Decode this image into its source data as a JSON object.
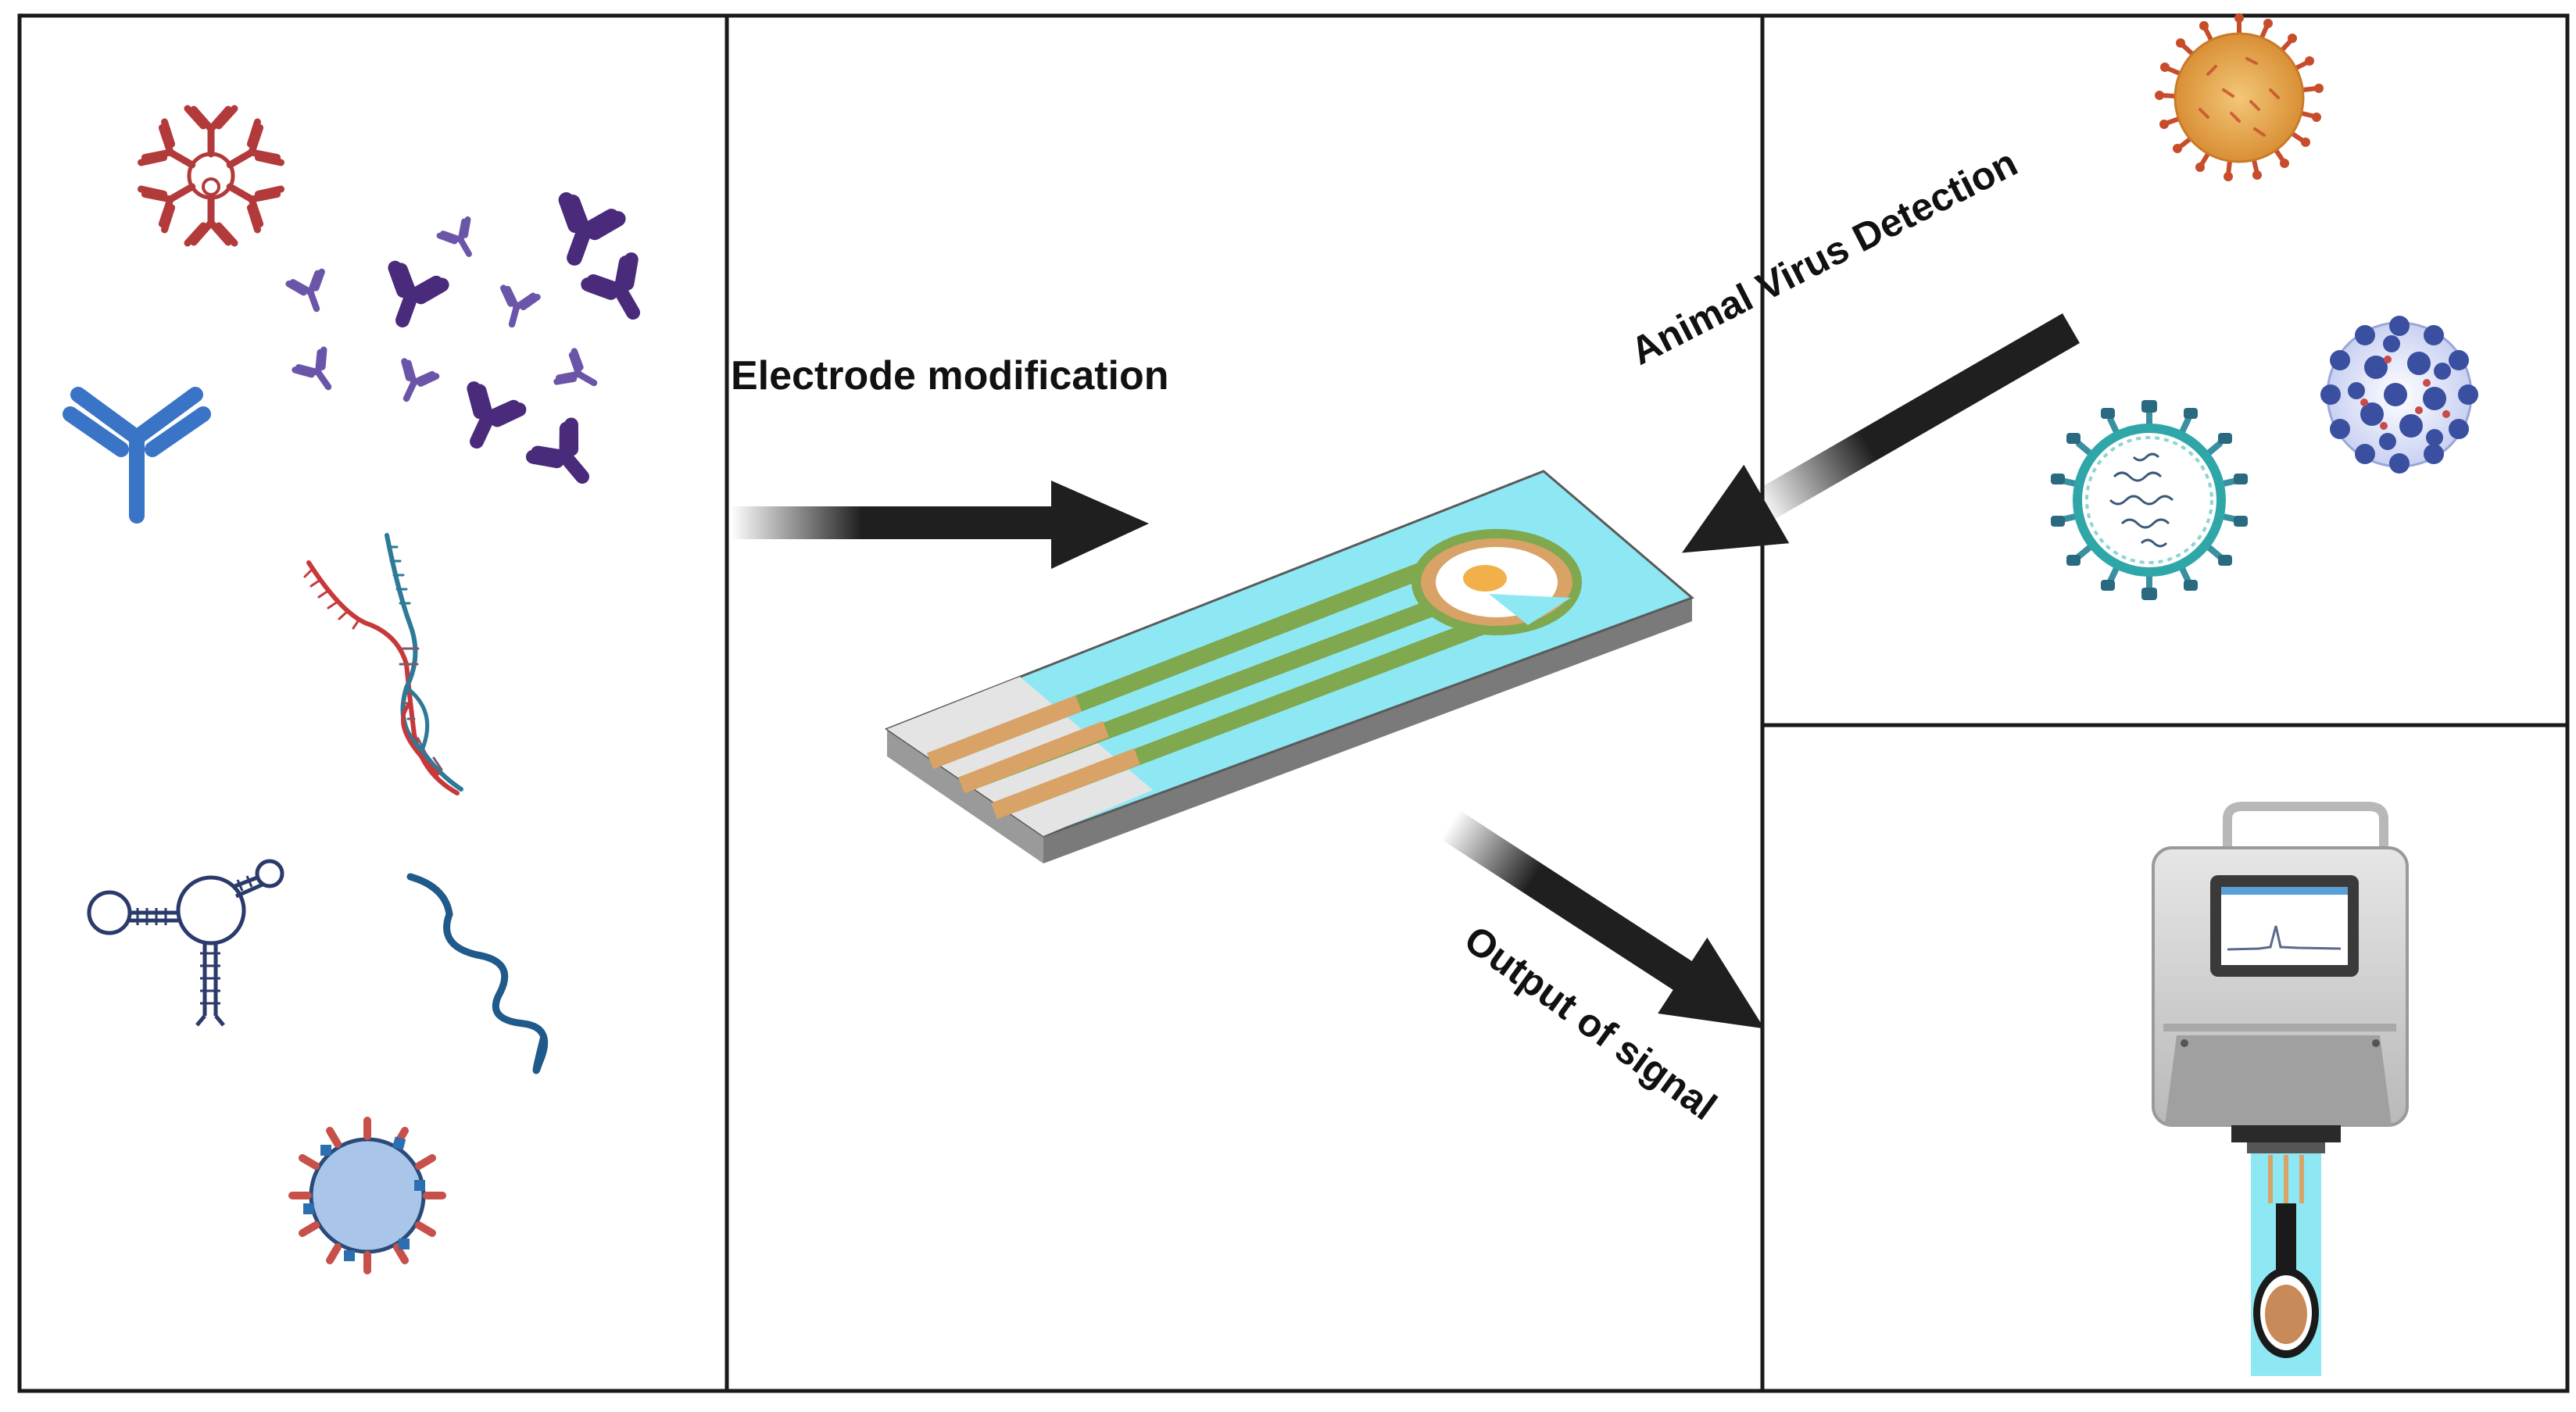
{
  "labels": {
    "electrode_modification": "Electrode modification",
    "animal_virus_detection": "Animal Virus Detection",
    "output_of_signal": "Output of signal"
  },
  "icons": [
    "igm-pentamer-icon",
    "igg-antibody-icon",
    "antibody-fragments-icon",
    "dna-double-helix-icon",
    "aptamer-hairpin-icon",
    "ssdna-strand-icon",
    "virus-particle-icon",
    "screen-printed-electrode-icon",
    "coronavirus-icon",
    "influenza-virus-icon",
    "enveloped-virus-icon",
    "potentiostat-device-icon"
  ],
  "colors": {
    "border": "#1a1a1a",
    "arrow": "#1f1f1f",
    "electrode_substrate": "#8ee8f3",
    "electrode_trace": "#7fa84f",
    "electrode_contact": "#d9a368",
    "antibody_red": "#b23a3a",
    "antibody_blue": "#3a74c6",
    "antibody_purple": "#4a2a7a",
    "dna_red": "#c8383a",
    "dna_teal": "#2c7a98",
    "aptamer": "#2a3a6a",
    "virus_core": "#a9c6ea",
    "coronavirus": "#e3a54d",
    "influenza": "#3a4fa0",
    "enveloped": "#2fa7a8",
    "device_body": "#d2d2d2"
  }
}
